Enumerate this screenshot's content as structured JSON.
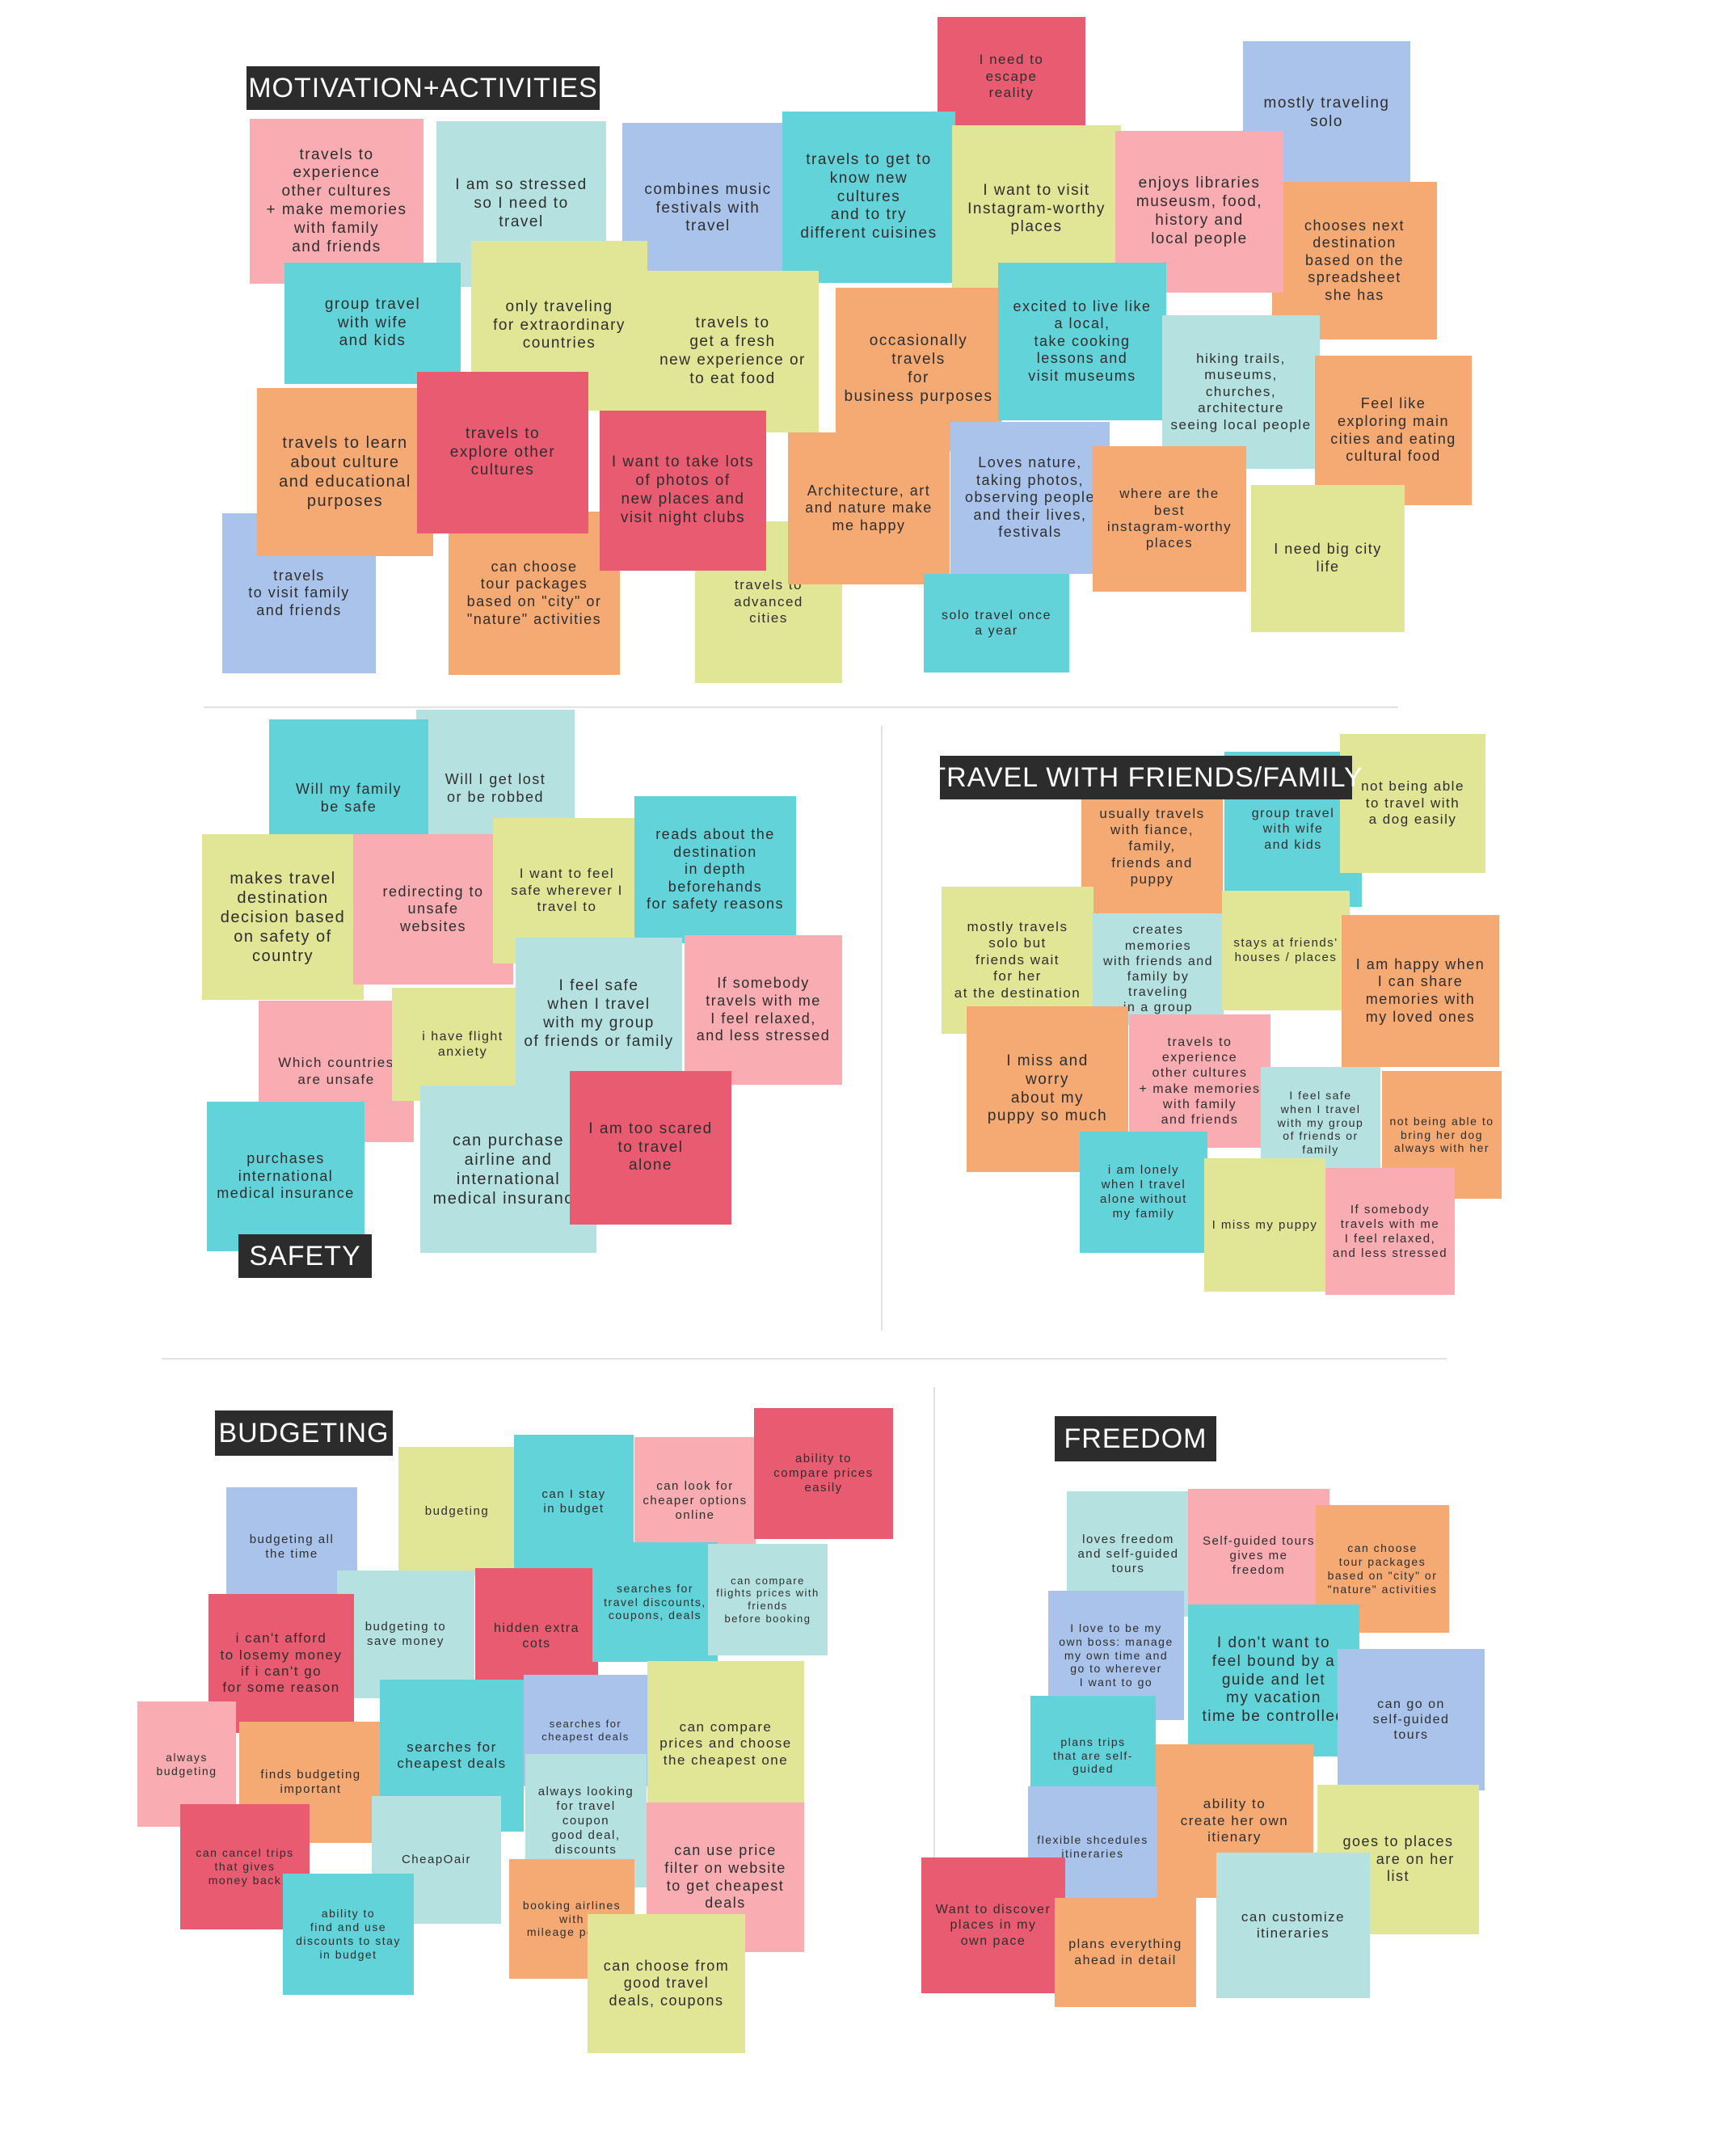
{
  "clusters": [
    {
      "title": "MOTIVATION+ACTIVITIES",
      "notes": [
        {
          "text": "I need to\nescape\nreality",
          "color": "red"
        },
        {
          "text": "mostly traveling\nsolo",
          "color": "blue"
        },
        {
          "text": "travels to\nexperience\nother cultures\n+ make memories\nwith family\nand friends",
          "color": "pink"
        },
        {
          "text": "I am so stressed\nso I need to\ntravel",
          "color": "lteal"
        },
        {
          "text": "combines music\nfestivals with\ntravel",
          "color": "blue"
        },
        {
          "text": "travels to get to\nknow new\ncultures\nand to try\ndifferent cuisines",
          "color": "teal"
        },
        {
          "text": "I want to visit\nInstagram-worthy\nplaces",
          "color": "yellow"
        },
        {
          "text": "chooses next\ndestination\nbased on the\nspreadsheet\nshe has",
          "color": "orange"
        },
        {
          "text": "enjoys libraries\nmuseusm, food,\nhistory and\nlocal people",
          "color": "pink"
        },
        {
          "text": "group travel\nwith wife\nand kids",
          "color": "teal"
        },
        {
          "text": "only traveling\nfor extraordinary\ncountries",
          "color": "yellow"
        },
        {
          "text": "travels to\nget a fresh\nnew experience or\nto eat food",
          "color": "yellow"
        },
        {
          "text": "occasionally\ntravels\nfor\nbusiness purposes",
          "color": "orange"
        },
        {
          "text": "excited to live like\na local,\ntake cooking\nlessons and\nvisit museums",
          "color": "teal"
        },
        {
          "text": "hiking trails,\nmuseums,\nchurches,\narchitecture\nseeing local people",
          "color": "lteal"
        },
        {
          "text": "Feel like\nexploring main\ncities and eating\ncultural food",
          "color": "orange"
        },
        {
          "text": "travels\nto visit family\nand friends",
          "color": "blue"
        },
        {
          "text": "travels to learn\nabout culture\nand educational\npurposes",
          "color": "orange"
        },
        {
          "text": "can choose\ntour packages\nbased on \"city\" or\n\"nature\" activities",
          "color": "orange"
        },
        {
          "text": "travels to\nexplore other\ncultures",
          "color": "red"
        },
        {
          "text": "travels to advanced\ncities",
          "color": "yellow"
        },
        {
          "text": "I want to take lots\nof photos of\nnew places and\nvisit night clubs",
          "color": "red"
        },
        {
          "text": "Architecture, art\nand nature make\nme happy",
          "color": "orange"
        },
        {
          "text": "solo travel once\na year",
          "color": "teal"
        },
        {
          "text": "Loves nature,\ntaking photos,\nobserving people\nand their lives,\nfestivals",
          "color": "blue"
        },
        {
          "text": "where are the\nbest\ninstagram-worthy\nplaces",
          "color": "orange"
        },
        {
          "text": "I need big city\nlife",
          "color": "yellow"
        }
      ]
    },
    {
      "title": "SAFETY",
      "notes": [
        {
          "text": "Will I get lost\nor be robbed",
          "color": "lteal"
        },
        {
          "text": "Will my family\nbe safe",
          "color": "teal"
        },
        {
          "text": "makes travel\ndestination\ndecision based\non safety of\ncountry",
          "color": "yellow"
        },
        {
          "text": "redirecting to\nunsafe\nwebsites",
          "color": "pink"
        },
        {
          "text": "I want to feel\nsafe wherever I\ntravel to",
          "color": "yellow"
        },
        {
          "text": "reads about the\ndestination\nin depth\nbeforehands\nfor safety reasons",
          "color": "teal"
        },
        {
          "text": "Which countries\nare unsafe",
          "color": "pink"
        },
        {
          "text": "i have flight\nanxiety",
          "color": "yellow"
        },
        {
          "text": "I feel safe\nwhen I travel\nwith my group\nof friends or family",
          "color": "lteal"
        },
        {
          "text": "If somebody\ntravels with me\nI feel relaxed,\nand less stressed",
          "color": "pink"
        },
        {
          "text": "purchases\ninternational\nmedical insurance",
          "color": "teal"
        },
        {
          "text": "can purchase\nairline and\ninternational\nmedical insurance",
          "color": "lteal"
        },
        {
          "text": "I am too scared\nto travel\nalone",
          "color": "red"
        }
      ]
    },
    {
      "title": "TRAVEL WITH FRIENDS/FAMILY",
      "notes": [
        {
          "text": "usually travels\nwith fiance, family,\nfriends and\npuppy",
          "color": "orange"
        },
        {
          "text": "group travel\nwith wife\nand kids",
          "color": "teal"
        },
        {
          "text": "not being able\nto travel with\na dog easily",
          "color": "yellow"
        },
        {
          "text": "mostly travels\nsolo but\nfriends wait\nfor her\nat the destination",
          "color": "yellow"
        },
        {
          "text": "creates memories\nwith friends and\nfamily by traveling\nin a group",
          "color": "lteal"
        },
        {
          "text": "stays at friends'\nhouses / places",
          "color": "yellow"
        },
        {
          "text": "I am happy when\nI can share\nmemories with\nmy loved ones",
          "color": "orange"
        },
        {
          "text": "I miss and\nworry\nabout my\npuppy so much",
          "color": "orange"
        },
        {
          "text": "travels to\nexperience\nother cultures\n+ make memories\nwith family\nand friends",
          "color": "pink"
        },
        {
          "text": "I feel safe\nwhen I travel\nwith my group\nof friends or family",
          "color": "lteal"
        },
        {
          "text": "not being able to\nbring her dog\nalways with her",
          "color": "orange"
        },
        {
          "text": "i am lonely\nwhen I travel\nalone without\nmy family",
          "color": "teal"
        },
        {
          "text": "I miss my puppy",
          "color": "yellow"
        },
        {
          "text": "If somebody\ntravels with me\nI feel relaxed,\nand less stressed",
          "color": "pink"
        }
      ]
    },
    {
      "title": "BUDGETING",
      "notes": [
        {
          "text": "budgeting",
          "color": "yellow"
        },
        {
          "text": "can I stay\nin budget",
          "color": "teal"
        },
        {
          "text": "can look for\ncheaper options\nonline",
          "color": "pink"
        },
        {
          "text": "ability to\ncompare prices\neasily",
          "color": "red"
        },
        {
          "text": "budgeting all\nthe time",
          "color": "blue"
        },
        {
          "text": "budgeting to\nsave money",
          "color": "lteal"
        },
        {
          "text": "i can't afford\nto losemy money\nif i can't go\nfor some reason",
          "color": "red"
        },
        {
          "text": "hidden extra\ncots",
          "color": "red"
        },
        {
          "text": "searches for\ntravel discounts,\ncoupons, deals",
          "color": "teal"
        },
        {
          "text": "can compare\nflights prices with\nfriends\nbefore booking",
          "color": "lteal"
        },
        {
          "text": "always\nbudgeting",
          "color": "pink"
        },
        {
          "text": "finds budgeting\nimportant",
          "color": "orange"
        },
        {
          "text": "searches for\ncheapest deals",
          "color": "teal"
        },
        {
          "text": "searches for\ncheapest deals",
          "color": "blue"
        },
        {
          "text": "can compare\nprices and choose\nthe cheapest one",
          "color": "yellow"
        },
        {
          "text": "CheapOair",
          "color": "lteal"
        },
        {
          "text": "always looking\nfor travel coupon\ngood deal,\ndiscounts",
          "color": "lteal"
        },
        {
          "text": "can cancel trips\nthat gives\nmoney back",
          "color": "red"
        },
        {
          "text": "ability to\nfind and use\ndiscounts to stay\nin budget",
          "color": "teal"
        },
        {
          "text": "booking airlines\nwith\nmileage points",
          "color": "orange"
        },
        {
          "text": "can use price\nfilter on website\nto get cheapest\ndeals",
          "color": "pink"
        },
        {
          "text": "can choose from\ngood travel\ndeals, coupons",
          "color": "yellow"
        }
      ]
    },
    {
      "title": "FREEDOM",
      "notes": [
        {
          "text": "loves freedom\nand self-guided\ntours",
          "color": "lteal"
        },
        {
          "text": "Self-guided tours\ngives me\nfreedom",
          "color": "pink"
        },
        {
          "text": "can choose\ntour packages\nbased on \"city\" or\n\"nature\" activities",
          "color": "orange"
        },
        {
          "text": "I love to be my\nown boss: manage\nmy own time and\ngo to wherever\nI want to go",
          "color": "blue"
        },
        {
          "text": "I don't want to\nfeel bound by a\nguide and let\nmy vacation\ntime be controlled",
          "color": "teal"
        },
        {
          "text": "can go on\nself-guided\ntours",
          "color": "blue"
        },
        {
          "text": "plans trips\nthat are self-guided",
          "color": "teal"
        },
        {
          "text": "ability to\ncreate her own\nitienary",
          "color": "orange"
        },
        {
          "text": "goes to places\nthat are on her\nlist",
          "color": "yellow"
        },
        {
          "text": "flexible shcedules\nitineraries",
          "color": "blue"
        },
        {
          "text": "Want to discover\nplaces in my\nown pace",
          "color": "red"
        },
        {
          "text": "plans everything\nahead in detail",
          "color": "orange"
        },
        {
          "text": "can customize\nitineraries",
          "color": "lteal"
        }
      ]
    }
  ]
}
